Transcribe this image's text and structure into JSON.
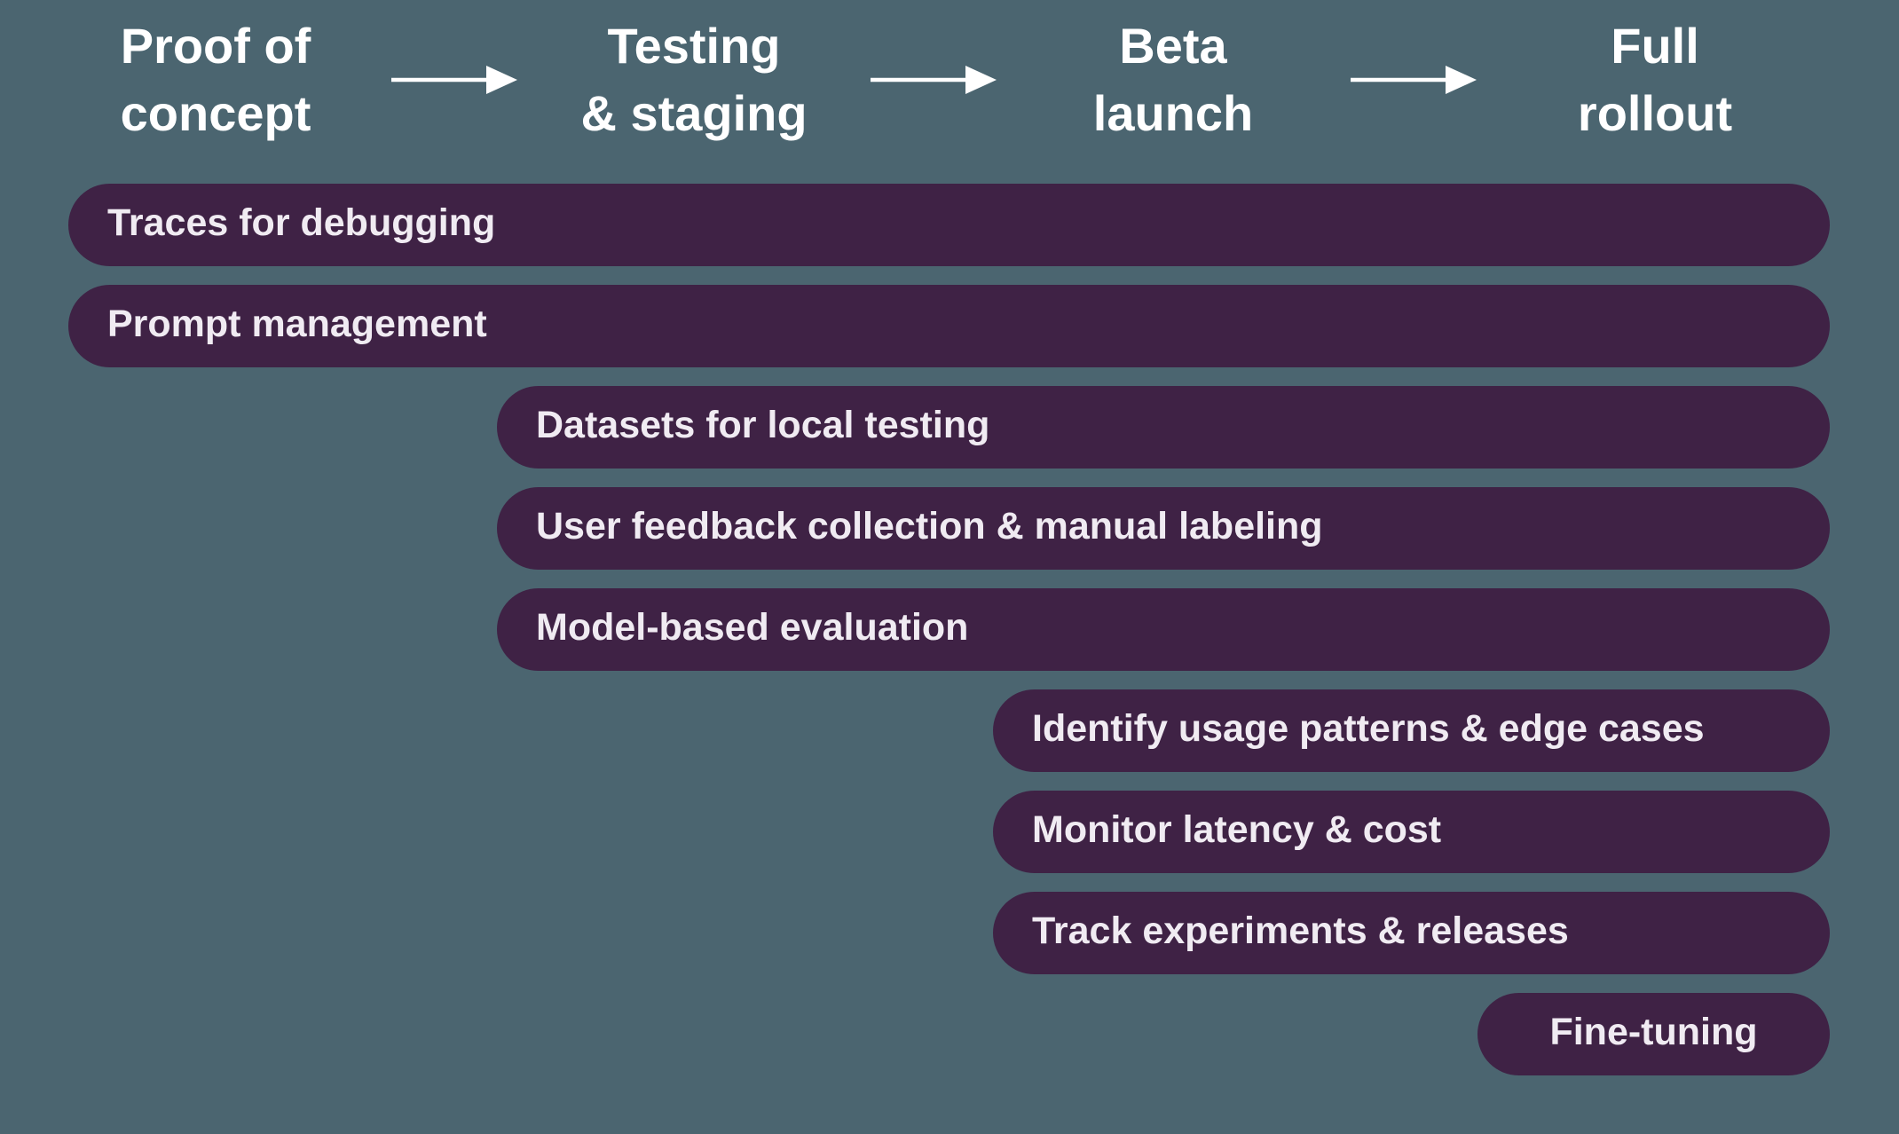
{
  "colors": {
    "background": "#4B6570",
    "bar": "#3F2245",
    "header_text": "#FFFFFF",
    "bar_text": "#F0EBF2",
    "arrow": "#FFFFFF"
  },
  "phases": [
    {
      "label": "Proof of\nconcept"
    },
    {
      "label": "Testing\n& staging"
    },
    {
      "label": "Beta\nlaunch"
    },
    {
      "label": "Full\nrollout"
    }
  ],
  "arrows": [
    {
      "name": "arrow-proof-to-testing"
    },
    {
      "name": "arrow-testing-to-beta"
    },
    {
      "name": "arrow-beta-to-rollout"
    }
  ],
  "bars": [
    {
      "label": "Traces for debugging",
      "starts_at_phase": 0
    },
    {
      "label": "Prompt management",
      "starts_at_phase": 0
    },
    {
      "label": "Datasets for local testing",
      "starts_at_phase": 1
    },
    {
      "label": "User feedback collection & manual labeling",
      "starts_at_phase": 1
    },
    {
      "label": "Model-based evaluation",
      "starts_at_phase": 1
    },
    {
      "label": "Identify usage patterns & edge cases",
      "starts_at_phase": 2
    },
    {
      "label": "Monitor latency & cost",
      "starts_at_phase": 2
    },
    {
      "label": "Track experiments & releases",
      "starts_at_phase": 2
    },
    {
      "label": "Fine-tuning",
      "starts_at_phase": 3
    }
  ]
}
